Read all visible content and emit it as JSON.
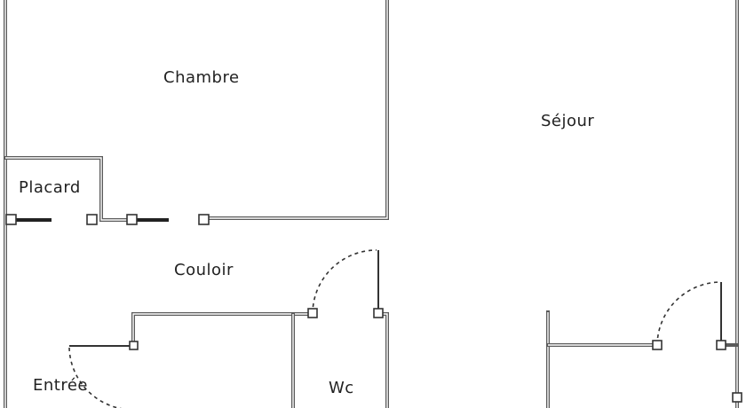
{
  "rooms": {
    "chambre": "Chambre",
    "sejour": "Séjour",
    "placard": "Placard",
    "couloir": "Couloir",
    "entree": "Entrée",
    "wc": "Wc"
  }
}
